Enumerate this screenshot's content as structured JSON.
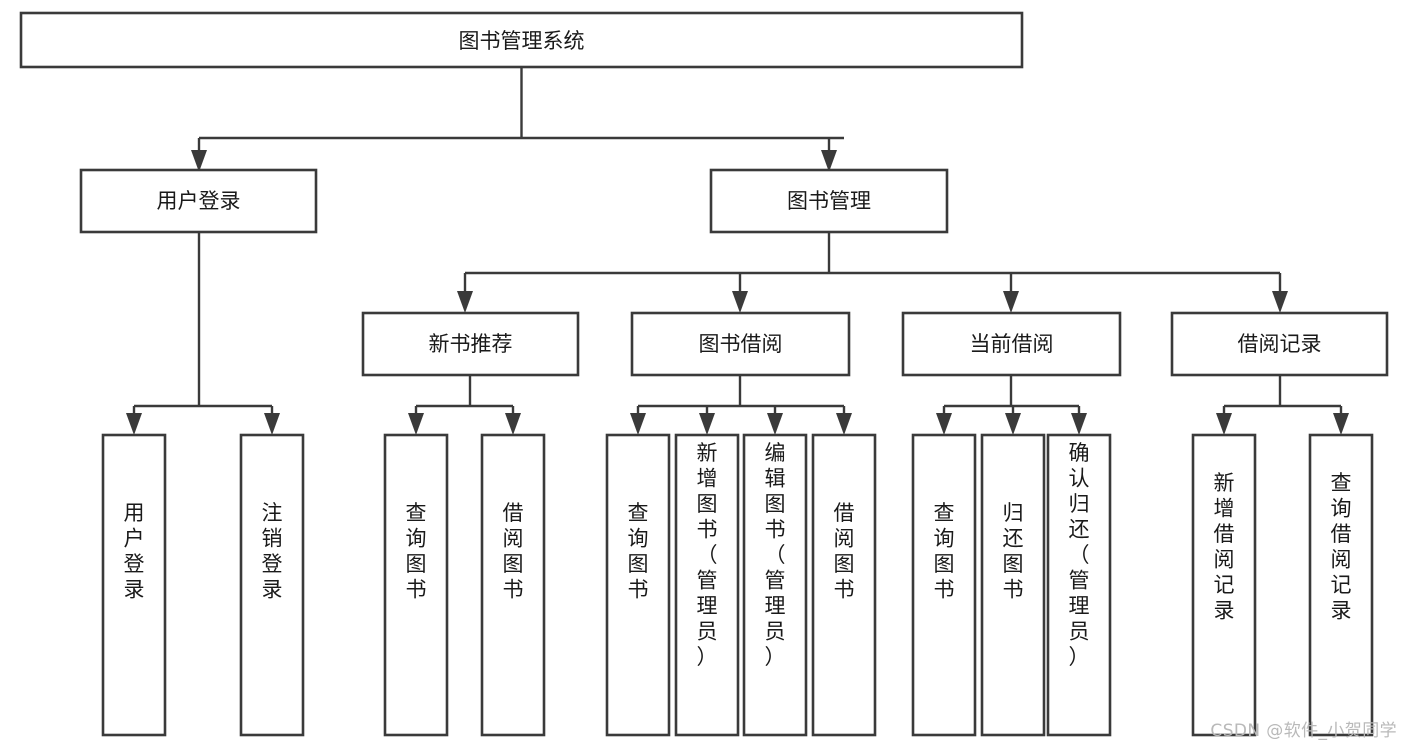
{
  "diagram": {
    "title": "图书管理系统",
    "type": "tree",
    "orientation": "top-down",
    "levels": 4,
    "root": {
      "id": "root",
      "label": "图书管理系统"
    },
    "level2": [
      {
        "id": "user-login",
        "label": "用户登录"
      },
      {
        "id": "book-management",
        "label": "图书管理"
      }
    ],
    "level3": [
      {
        "id": "new-book-recommend",
        "label": "新书推荐",
        "parent": "book-management"
      },
      {
        "id": "book-borrow",
        "label": "图书借阅",
        "parent": "book-management"
      },
      {
        "id": "current-borrow",
        "label": "当前借阅",
        "parent": "book-management"
      },
      {
        "id": "borrow-record",
        "label": "借阅记录",
        "parent": "book-management"
      }
    ],
    "leaves": {
      "user-login": [
        {
          "id": "leaf-user-login",
          "label": "用户登录"
        },
        {
          "id": "leaf-user-logout",
          "label": "注销登录"
        }
      ],
      "new-book-recommend": [
        {
          "id": "leaf-query-book-1",
          "label": "查询图书"
        },
        {
          "id": "leaf-borrow-book-1",
          "label": "借阅图书"
        }
      ],
      "book-borrow": [
        {
          "id": "leaf-query-book-2",
          "label": "查询图书"
        },
        {
          "id": "leaf-add-book",
          "label": "新增图书（管理员）"
        },
        {
          "id": "leaf-edit-book",
          "label": "编辑图书（管理员）"
        },
        {
          "id": "leaf-borrow-book-2",
          "label": "借阅图书"
        }
      ],
      "current-borrow": [
        {
          "id": "leaf-query-book-3",
          "label": "查询图书"
        },
        {
          "id": "leaf-return-book",
          "label": "归还图书"
        },
        {
          "id": "leaf-confirm-return",
          "label": "确认归还（管理员）"
        }
      ],
      "borrow-record": [
        {
          "id": "leaf-add-record",
          "label": "新增借阅记录"
        },
        {
          "id": "leaf-query-record",
          "label": "查询借阅记录"
        }
      ]
    }
  },
  "watermark": {
    "text": "CSDN @软件_小贺同学"
  },
  "colors": {
    "stroke": "#3a3a3a",
    "fill": "#ffffff",
    "text": "#1a1a1a",
    "watermark": "#b9b9b9",
    "background": "#ffffff"
  }
}
